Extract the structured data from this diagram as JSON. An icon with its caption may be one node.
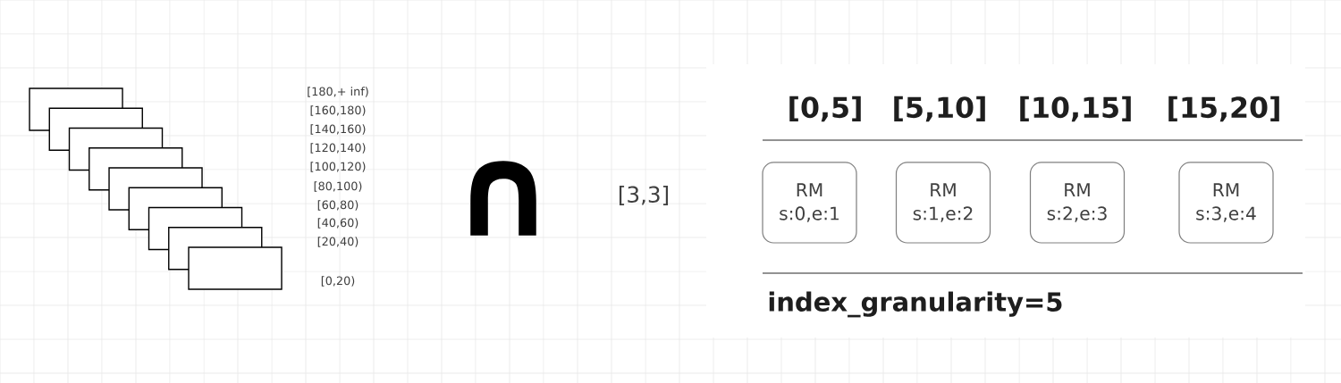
{
  "diagram": {
    "nodes": [
      {
        "text": [],
        "shape": "box"
      },
      {
        "text": [],
        "shape": "box"
      },
      {
        "text": [],
        "shape": "box"
      },
      {
        "text": [],
        "shape": "box"
      },
      {
        "text": [],
        "shape": "box"
      },
      {
        "text": [],
        "shape": "box"
      },
      {
        "text": [],
        "shape": "box"
      },
      {
        "text": [],
        "shape": "box"
      },
      {
        "text": [],
        "shape": "box"
      },
      {
        "text": [
          "RM",
          "s:0,e:1"
        ]
      },
      {
        "text": [
          "RM",
          "s:1,e:2"
        ]
      },
      {
        "text": [
          "RM",
          "s:2,e:3"
        ]
      },
      {
        "text": [
          "RM",
          "s:3,e:4"
        ]
      }
    ],
    "labels": [
      "[180,+ inf)",
      "[160,180)",
      "[140,160)",
      "[120,140)",
      "[100,120)",
      "[80,100)",
      "[60,80)",
      "[40,60)",
      "[20,40)",
      "[0,20)",
      "∩",
      "[3,3]",
      "[0,5]",
      "[5,10]",
      "[10,15]",
      "[15,20]",
      "index_granularity=5"
    ]
  }
}
